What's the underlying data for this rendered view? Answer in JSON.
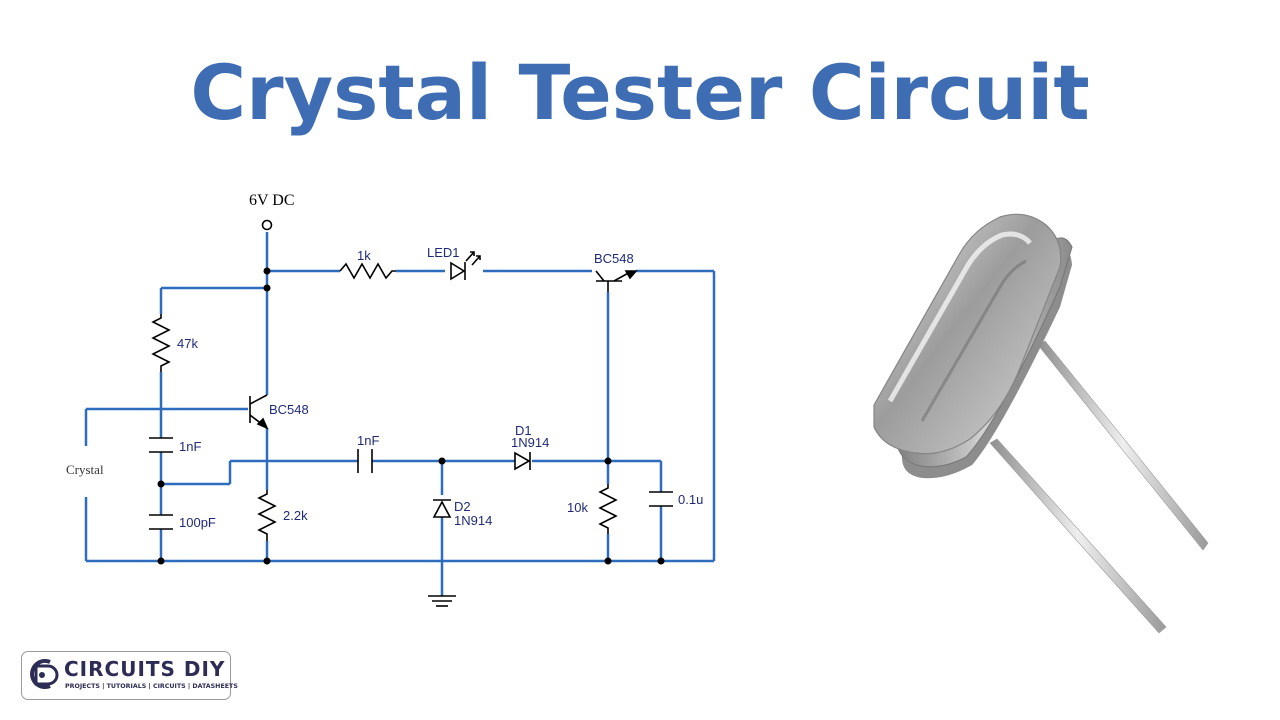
{
  "title": "Crystal Tester Circuit",
  "labels": {
    "supply": "6V DC",
    "r_led": "1k",
    "led": "LED1",
    "q_top": "BC548",
    "r_bias": "47k",
    "q_left": "BC548",
    "c_fb": "1nF",
    "crystal": "Crystal",
    "c_gnd": "100pF",
    "r_emit": "2.2k",
    "c_couple": "1nF",
    "d1_name": "D1",
    "d1_part": "1N914",
    "d2_name": "D2",
    "d2_part": "1N914",
    "r_base": "10k",
    "c_filter": "0.1u"
  },
  "logo": {
    "brand": "CIRCUITS DIY",
    "tagline": "PROJECTS | TUTORIALS | CIRCUITS | DATASHEETS"
  },
  "colors": {
    "title": "#3f6db3",
    "wire": "#2e6cbe",
    "label": "#1f2b7a",
    "component": "#000000"
  }
}
